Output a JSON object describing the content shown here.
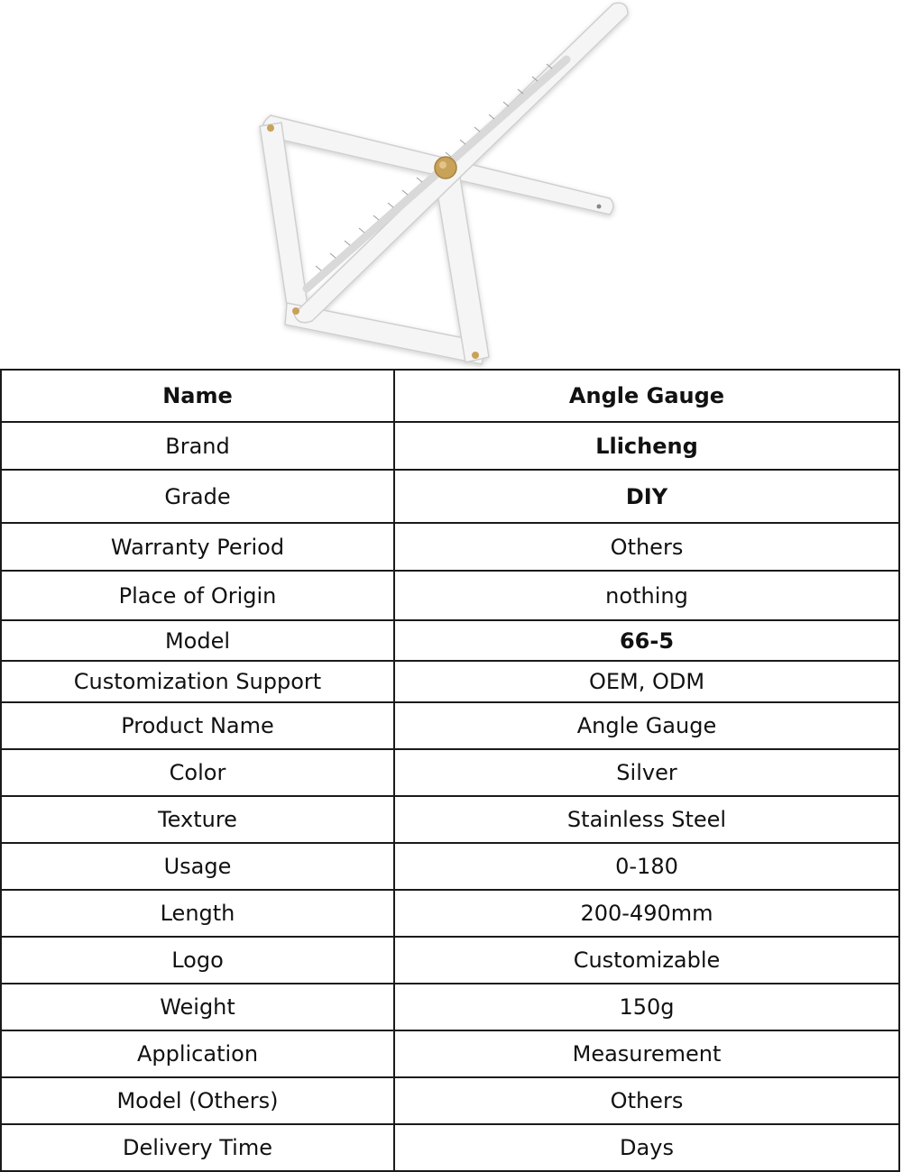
{
  "image": {
    "icon": "angle-gauge-tool-icon"
  },
  "specs": {
    "header": {
      "label": "Name",
      "value": "Angle Gauge"
    },
    "rows": [
      {
        "label": "Brand",
        "value": "Llicheng",
        "bold": true
      },
      {
        "label": "Grade",
        "value": "DIY",
        "bold": true
      },
      {
        "label": "Warranty Period",
        "value": "Others",
        "bold": false
      },
      {
        "label": "Place of Origin",
        "value": "nothing",
        "bold": false
      },
      {
        "label": "Model",
        "value": "66-5",
        "bold": true
      },
      {
        "label": "Customization Support",
        "value": "OEM, ODM",
        "bold": false
      },
      {
        "label": "Product Name",
        "value": "Angle Gauge",
        "bold": false
      },
      {
        "label": "Color",
        "value": "Silver",
        "bold": false
      },
      {
        "label": "Texture",
        "value": "Stainless Steel",
        "bold": false
      },
      {
        "label": "Usage",
        "value": "0-180",
        "bold": false
      },
      {
        "label": "Length",
        "value": "200-490mm",
        "bold": false
      },
      {
        "label": "Logo",
        "value": "Customizable",
        "bold": false
      },
      {
        "label": "Weight",
        "value": "150g",
        "bold": false
      },
      {
        "label": "Application",
        "value": "Measurement",
        "bold": false
      },
      {
        "label": "Model (Others)",
        "value": "Others",
        "bold": false
      },
      {
        "label": "Delivery Time",
        "value": "Days",
        "bold": false
      }
    ]
  },
  "colors": {
    "border": "#1a1a1a",
    "brass": "#c9a25a",
    "tool": "#f4f4f4"
  }
}
